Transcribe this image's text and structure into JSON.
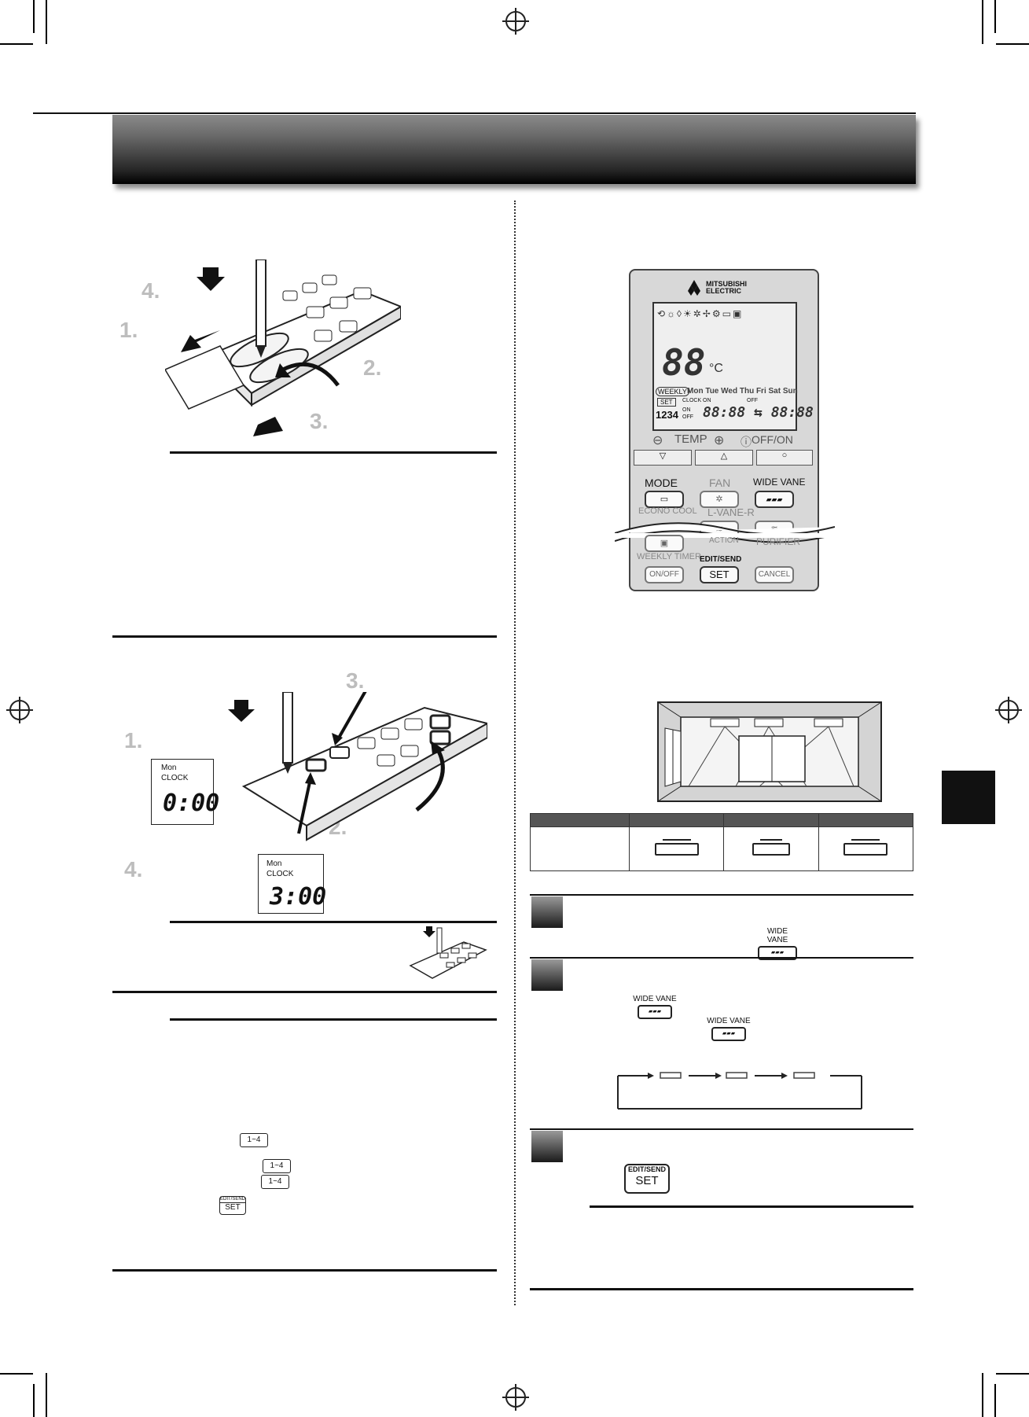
{
  "steps_left_top": [
    "4.",
    "1.",
    "2.",
    "3."
  ],
  "steps_left_mid": [
    "3.",
    "1.",
    "2.",
    "4."
  ],
  "lcd_small_1": {
    "day": "Mon",
    "label": "CLOCK",
    "time": "0:00"
  },
  "lcd_small_2": {
    "day": "Mon",
    "label": "CLOCK",
    "time": "3:00"
  },
  "keys": {
    "one_to_four": "1~4",
    "edit_send": "EDIT/SEND",
    "set": "SET",
    "wide_vane": "WIDE VANE"
  },
  "remote": {
    "brand": "MITSUBISHI\nELECTRIC",
    "temp_display": "88",
    "temp_unit": "°C",
    "weekly": "WEEKLY",
    "days": "Mon Tue Wed Thu Fri Sat Sun",
    "set_badge": "SET",
    "clock_on": "CLOCK ON",
    "off_label": "OFF",
    "prog_nums": "1234",
    "on_small": "ON",
    "off_small": "OFF",
    "time_display": "88:88 ⇆ 88:88",
    "temp_label": "TEMP",
    "offon_label": "OFF/ON",
    "mode": "MODE",
    "fan": "FAN",
    "wide_vane": "WIDE VANE",
    "econo_cool": "ECONO COOL",
    "l_vane_r": "L-VANE-R",
    "action": "ACTION",
    "purifier": "PURIFIER",
    "weekly_timer": "WEEKLY TIMER",
    "edit_send": "EDIT/SEND",
    "on_off": "ON/OFF",
    "set": "SET",
    "cancel": "CANCEL"
  },
  "colors": {
    "banner_dark": "#000000",
    "banner_light": "#8a8a8a",
    "tab": "#111111"
  }
}
